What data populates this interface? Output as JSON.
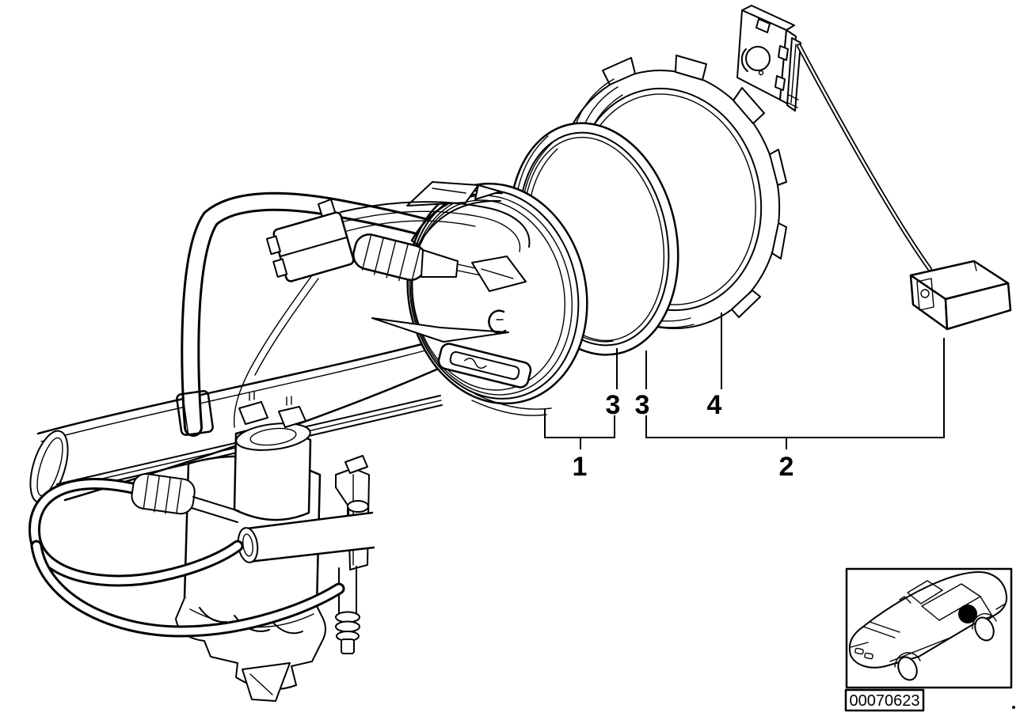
{
  "diagram": {
    "callouts": {
      "item1": "1",
      "item2": "2",
      "item3_left": "3",
      "item3_right": "3",
      "item4": "4"
    },
    "image_number": "00070623",
    "colors": {
      "line": "#000000",
      "background": "#ffffff",
      "location_marker": "#000000"
    }
  }
}
